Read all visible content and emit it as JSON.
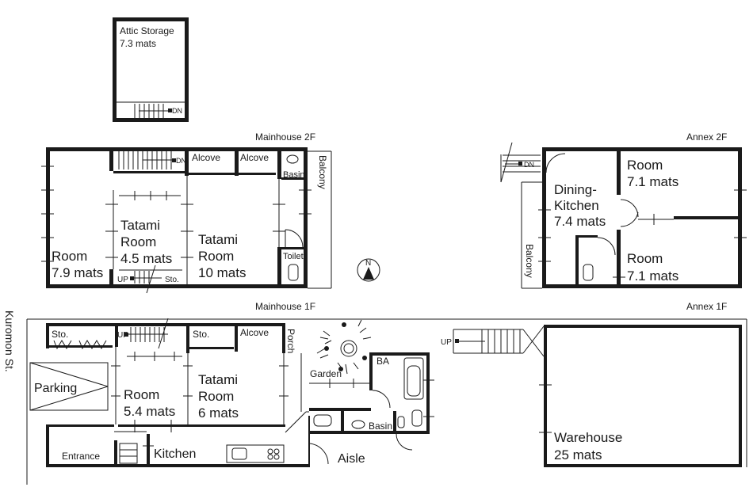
{
  "floor_titles": {
    "mainhouse_2f": "Mainhouse 2F",
    "annex_2f": "Annex 2F",
    "mainhouse_1f": "Mainhouse 1F",
    "annex_1f": "Annex 1F"
  },
  "street": "Kuromon St.",
  "compass": "N",
  "attic": {
    "name": "Attic Storage",
    "size": "7.3 mats",
    "dn": "DN"
  },
  "mainhouse_2f": {
    "room_west": {
      "name": "Room",
      "size": "7.9 mats"
    },
    "tatami_a": {
      "line1": "Tatami",
      "line2": "Room",
      "size": "4.5 mats"
    },
    "tatami_b": {
      "line1": "Tatami",
      "line2": "Room",
      "size": "10 mats"
    },
    "alcove_1": "Alcove",
    "alcove_2": "Alcove",
    "basin": "Basin",
    "balcony": "Balcony",
    "toilet": "Toilet",
    "dn": "DN",
    "up": "UP",
    "sto": "Sto."
  },
  "annex_2f": {
    "dining": {
      "line1": "Dining-",
      "line2": "Kitchen",
      "size": "7.4 mats"
    },
    "room_ne": {
      "name": "Room",
      "size": "7.1 mats"
    },
    "room_se": {
      "name": "Room",
      "size": "7.1 mats"
    },
    "balcony": "Balcony",
    "dn": "DN"
  },
  "mainhouse_1f": {
    "sto_1": "Sto.",
    "up": "UP",
    "sto_2": "Sto.",
    "alcove": "Alcove",
    "porch": "Porch",
    "parking": "Parking",
    "room": {
      "name": "Room",
      "size": "5.4 mats"
    },
    "tatami": {
      "line1": "Tatami",
      "line2": "Room",
      "size": "6 mats"
    },
    "garden": "Garden",
    "ba": "BA",
    "basin": "Basin",
    "entrance": "Entrance",
    "kitchen": "Kitchen",
    "aisle": "Aisle"
  },
  "annex_1f": {
    "up": "UP",
    "warehouse": {
      "name": "Warehouse",
      "size": "25 mats"
    }
  }
}
